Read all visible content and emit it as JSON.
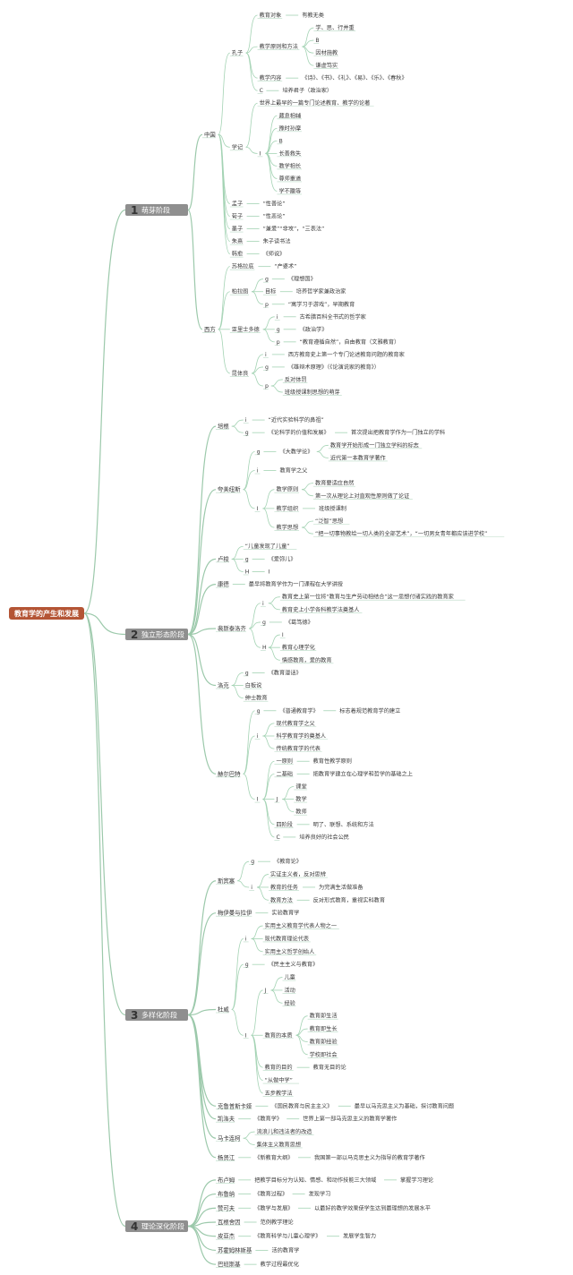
{
  "root": "教育学的产生和发展",
  "colors": {
    "root": "#b45535",
    "phase": "#8f8f8f",
    "number": "#e4363d",
    "line": "#a4d3b4"
  },
  "phases": [
    {
      "num": "1",
      "label": "萌芽阶段",
      "groups": [
        {
          "label": "中国",
          "items": [
            {
              "label": "孔子",
              "items": [
                {
                  "label": "教育对象",
                  "value": "有教无类"
                },
                {
                  "label": "教学原则和方法",
                  "items": [
                    "学、思、行并重",
                    "B",
                    "因材施教",
                    "谦虚笃实"
                  ]
                },
                {
                  "label": "教学内容",
                  "value": "《诗》、《书》、《礼》、《易》、《乐》、《春秋》"
                },
                {
                  "label": "C",
                  "value": "培养君子（政治家）"
                }
              ]
            },
            {
              "label": "学记",
              "items": [
                {
                  "label": "世界上最早的一篇专门论述教育、教学的论著"
                },
                {
                  "label": "I",
                  "items": [
                    "藏息相辅",
                    "豫时孙摩",
                    "B",
                    "长善救失",
                    "教学相长",
                    "尊师重道",
                    "学不躐等"
                  ]
                }
              ]
            },
            {
              "label": "孟子",
              "value": "“性善论”"
            },
            {
              "label": "荀子",
              "value": "“性恶论”"
            },
            {
              "label": "墨子",
              "value": "“兼爱”“非攻”，“三表法”"
            },
            {
              "label": "朱熹",
              "value": "朱子读书法"
            },
            {
              "label": "韩愈",
              "value": "《师说》"
            }
          ]
        },
        {
          "label": "西方",
          "items": [
            {
              "label": "苏格拉底",
              "value": "“产婆术”"
            },
            {
              "label": "柏拉图",
              "items": [
                {
                  "label": "g",
                  "value": "《理想国》"
                },
                {
                  "label": "目标",
                  "value": "培养哲学家兼政治家"
                },
                {
                  "label": "p",
                  "value": "“寓学习于游戏”，早期教育"
                }
              ]
            },
            {
              "label": "亚里士多德",
              "items": [
                {
                  "label": "i",
                  "value": "古希腊百科全书式的哲学家"
                },
                {
                  "label": "g",
                  "value": "《政治学》"
                },
                {
                  "label": "p",
                  "value": "“教育遵循自然”，自由教育（文雅教育）"
                }
              ]
            },
            {
              "label": "昆体良",
              "items": [
                {
                  "label": "i",
                  "value": "西方教育史上第一个专门论述教育问题的教育家"
                },
                {
                  "label": "g",
                  "value": "《雄辩术原理》（《论演说家的教育》）"
                },
                {
                  "label": "p",
                  "items": [
                    "反对体罚",
                    "班级授课制思想的萌芽"
                  ]
                }
              ]
            }
          ]
        }
      ]
    },
    {
      "num": "2",
      "label": "独立形态阶段",
      "groups": [
        {
          "label": "培根",
          "items": [
            {
              "label": "i",
              "value": "“近代实验科学的鼻祖”"
            },
            {
              "label": "g",
              "value": "《论科学的价值和发展》",
              "value2": "首次提出把教育学作为一门独立的学科"
            }
          ]
        },
        {
          "label": "夸美纽斯",
          "items": [
            {
              "label": "g",
              "value": "《大教学论》",
              "items": [
                "教育学开始形成一门独立学科的标志",
                "近代第一本教育学著作"
              ]
            },
            {
              "label": "i",
              "value": "教育学之父"
            },
            {
              "label": "I",
              "items": [
                {
                  "label": "教学原则",
                  "items": [
                    "教育要适应自然",
                    "第一次从理论上对直观性原则做了论证"
                  ]
                },
                {
                  "label": "教学组织",
                  "value": "班级授课制"
                },
                {
                  "label": "教学思想",
                  "items": [
                    "“泛智”思想",
                    "“把一切事物教给一切人类的全部艺术”，“一切男女青年都应该进学校”"
                  ]
                }
              ]
            }
          ]
        },
        {
          "label": "卢梭",
          "items": [
            {
              "label": "“儿童发现了儿童”"
            },
            {
              "label": "g",
              "value": "《爱弥儿》"
            },
            {
              "label": "H",
              "value": "I"
            }
          ]
        },
        {
          "label": "康德",
          "value": "最早将教育学作为一门课程在大学讲授"
        },
        {
          "label": "裴斯泰洛齐",
          "items": [
            {
              "label": "i",
              "items": [
                "教育史上第一位将“教育与生产劳动相结合”这一思想付诸实践的教育家",
                "教育史上小学各科教学法奠基人"
              ]
            },
            {
              "label": "g",
              "value": "《葛笃德》"
            },
            {
              "label": "H",
              "items": [
                "I",
                "教育心理学化",
                "情感教育，爱的教育"
              ]
            }
          ]
        },
        {
          "label": "洛克",
          "items": [
            {
              "label": "g",
              "value": "《教育漫话》"
            },
            {
              "label": "白板说"
            },
            {
              "label": "绅士教育"
            }
          ]
        },
        {
          "label": "赫尔巴特",
          "items": [
            {
              "label": "g",
              "value": "《普通教育学》",
              "value2": "标志着规范教育学的建立"
            },
            {
              "label": "i",
              "items": [
                "现代教育学之父",
                "科学教育学的奠基人",
                "传统教育学的代表"
              ]
            },
            {
              "label": "I",
              "items": [
                {
                  "label": "一原则",
                  "value": "教育性教学原则"
                },
                {
                  "label": "二基础",
                  "value": "把教育学建立在心理学和哲学的基础之上"
                },
                {
                  "label": "J",
                  "items": [
                    "课堂",
                    "教学",
                    "教师"
                  ]
                },
                {
                  "label": "四阶段",
                  "value": "明了、联想、系统和方法"
                },
                {
                  "label": "C",
                  "value": "培养良好的社会公民"
                }
              ]
            }
          ]
        }
      ]
    },
    {
      "num": "3",
      "label": "多样化阶段",
      "groups": [
        {
          "label": "斯宾塞",
          "items": [
            {
              "label": "g",
              "value": "《教育论》"
            },
            {
              "label": "i",
              "items": [
                {
                  "label": "实证主义者，反对思辨"
                },
                {
                  "label": "教育的任务",
                  "value": "为完满生活做准备"
                },
                {
                  "label": "教育方法",
                  "value": "反对形式教育，重视实科教育"
                }
              ]
            }
          ]
        },
        {
          "label": "梅伊曼与拉伊",
          "value": "实验教育学"
        },
        {
          "label": "杜威",
          "items": [
            {
              "label": "i",
              "items": [
                "实用主义教育学代表人物之一",
                "现代教育理论代表",
                "实用主义哲学创始人"
              ]
            },
            {
              "label": "g",
              "value": "《民主主义与教育》"
            },
            {
              "label": "I",
              "items": [
                {
                  "label": "J",
                  "items": [
                    "儿童",
                    "活动",
                    "经验"
                  ]
                },
                {
                  "label": "教育的本质",
                  "items": [
                    "教育即生活",
                    "教育即生长",
                    "教育即经验",
                    "学校即社会"
                  ]
                },
                {
                  "label": "教育的目的",
                  "value": "教育无目的论"
                },
                {
                  "label": "“从做中学”"
                },
                {
                  "label": "五步教学法"
                }
              ]
            }
          ]
        },
        {
          "label": "克鲁普斯卡娅",
          "value": "《国民教育与民主主义》",
          "value2": "最早以马克思主义为基础，探讨教育问题"
        },
        {
          "label": "凯洛夫",
          "value": "《教育学》",
          "value2": "世界上第一部马克思主义的教育学著作"
        },
        {
          "label": "马卡连柯",
          "items": [
            "流浪儿和违法者的改造",
            "集体主义教育思想"
          ]
        },
        {
          "label": "杨贤江",
          "value": "《新教育大纲》",
          "value2": "我国第一部以马克思主义为指导的教育学著作"
        }
      ]
    },
    {
      "num": "4",
      "label": "理论深化阶段",
      "groups": [
        {
          "label": "布卢姆",
          "value": "把教学目标分为认知、情感、和动作技能三大领域",
          "value2": "掌握学习理论"
        },
        {
          "label": "布鲁纳",
          "value": "《教育过程》",
          "value2": "发现学习"
        },
        {
          "label": "赞可夫",
          "value": "《教学与发展》",
          "value2": "以最好的教学效果使学生达到最理想的发展水平"
        },
        {
          "label": "瓦根舍因",
          "value": "范例教学理论"
        },
        {
          "label": "皮亚杰",
          "value": "《教育科学与儿童心理学》",
          "value2": "发展学生智力"
        },
        {
          "label": "苏霍姆林斯基",
          "value": "活的教育学"
        },
        {
          "label": "巴班斯基",
          "value": "教学过程最优化"
        }
      ]
    }
  ]
}
